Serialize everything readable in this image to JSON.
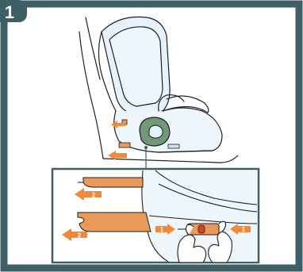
{
  "step": {
    "number": "1"
  },
  "arrows": {
    "push_in": "1",
    "pull_out": "2"
  },
  "colors": {
    "frame": "#3f5f67",
    "connector_orange": "#e89a5a",
    "arrow_orange": "#f08a3a",
    "cushion_blue": "#e6f2fb",
    "latch_green": "#6f9a78",
    "button_red": "#d8442b",
    "line": "#1e1e1e"
  },
  "icons": {
    "pull_arrow": "arrow-left-icon",
    "release_button": "release-button-icon",
    "hand": "hand-icon"
  }
}
